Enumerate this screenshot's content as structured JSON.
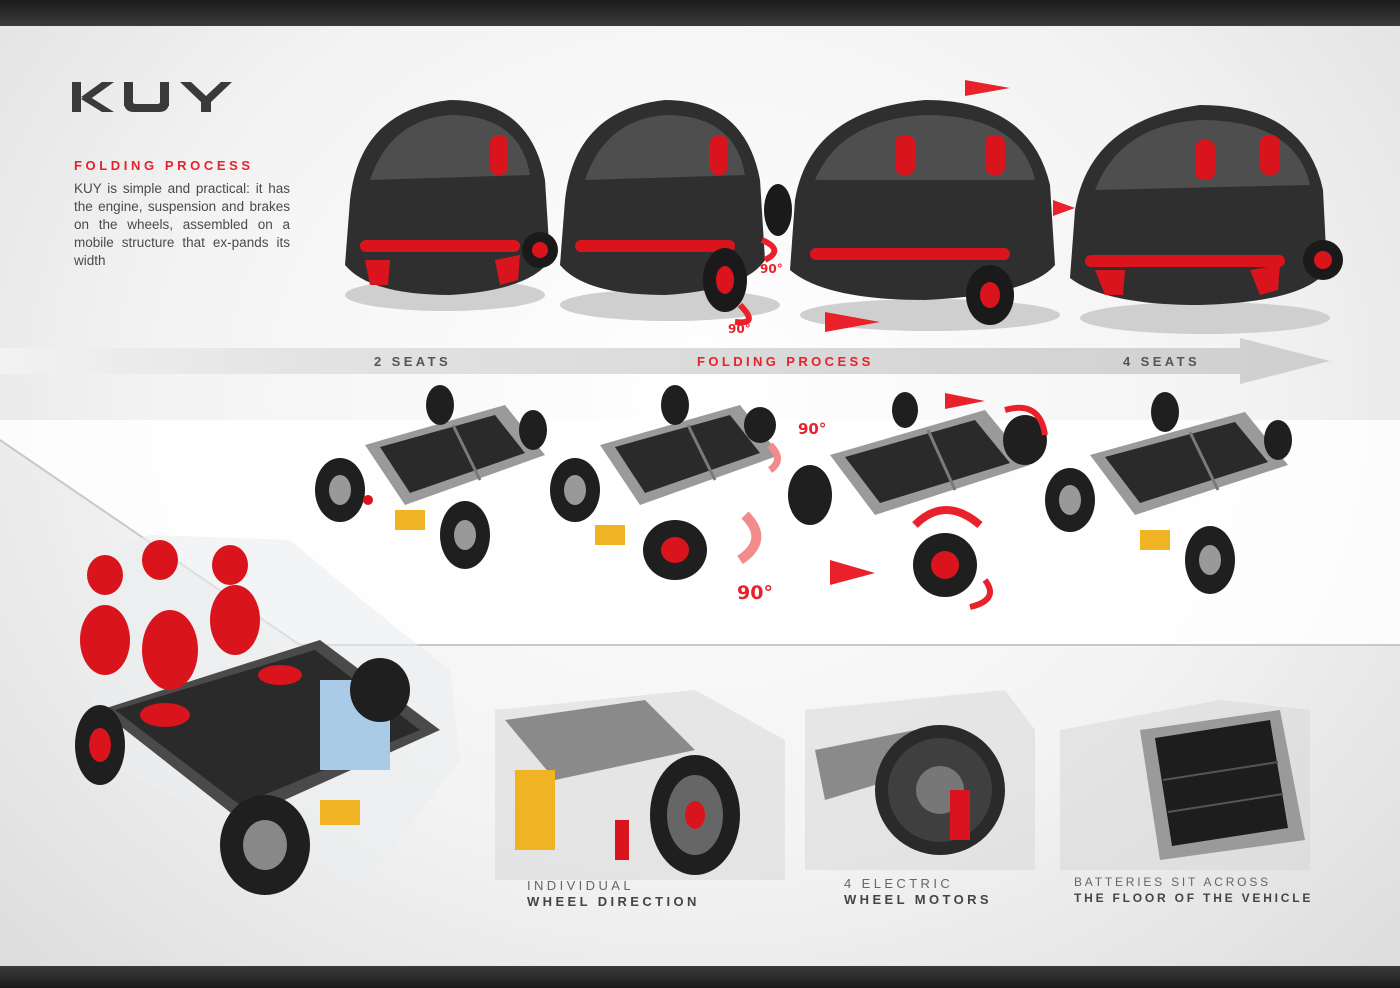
{
  "brand": {
    "logo_text": "KUY"
  },
  "intro": {
    "title": "FOLDING PROCESS",
    "description": "KUY is simple and practical: it has the engine, suspension and brakes on the wheels, assembled on a mobile structure that ex-pands its width"
  },
  "process_band": {
    "left_label": "2 SEATS",
    "center_label": "FOLDING PROCESS",
    "right_label": "4 SEATS"
  },
  "angles": {
    "car2_right": "90°",
    "car2_front": "90°",
    "chassis2_right": "90°",
    "chassis2_front": "90°"
  },
  "captions": {
    "wheel_direction": {
      "line1": "INDIVIDUAL",
      "line2": "WHEEL DIRECTION"
    },
    "motors": {
      "line1": "4 ELECTRIC",
      "line2": "WHEEL MOTORS"
    },
    "batteries": {
      "line1": "BATTERIES SIT ACROSS",
      "line2": "THE FLOOR OF THE VEHICLE"
    }
  },
  "colors": {
    "accent": "#e8212a",
    "car_body": "#2b2b2b",
    "seat_red": "#d9141c"
  }
}
